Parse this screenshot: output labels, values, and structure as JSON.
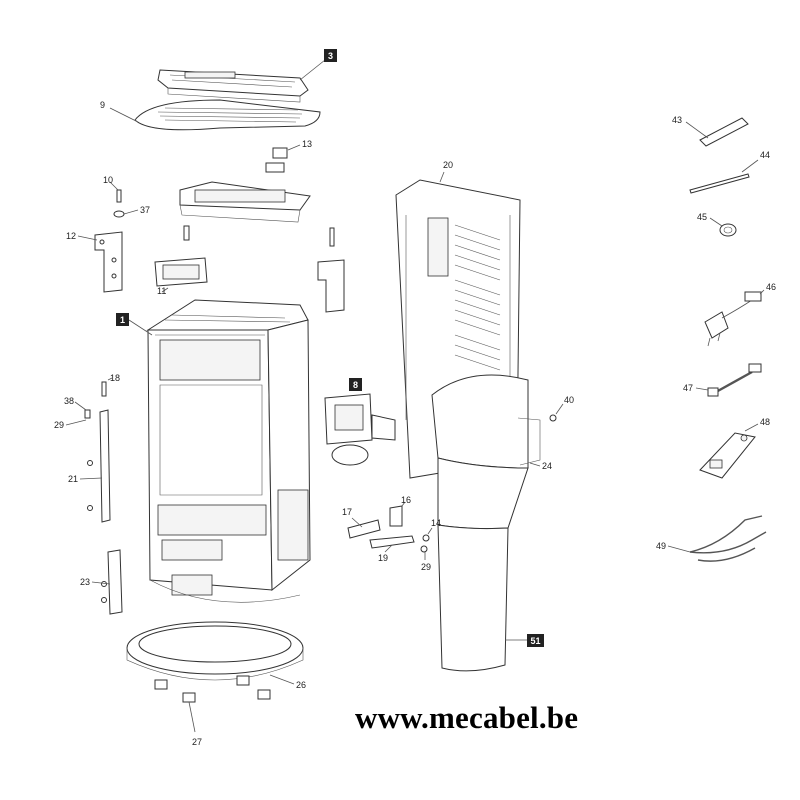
{
  "callouts": {
    "c1": "1",
    "c3": "3",
    "c8": "8",
    "c9": "9",
    "c10": "10",
    "c11": "11",
    "c12": "12",
    "c13": "13",
    "c14": "14",
    "c16": "16",
    "c17": "17",
    "c18": "18",
    "c19": "19",
    "c20": "20",
    "c21": "21",
    "c23": "23",
    "c24": "24",
    "c26": "26",
    "c27": "27",
    "c29a": "29",
    "c29b": "29",
    "c37": "37",
    "c38": "38",
    "c40": "40",
    "c43": "43",
    "c44": "44",
    "c45": "45",
    "c46": "46",
    "c47": "47",
    "c48": "48",
    "c49": "49",
    "c51": "51"
  },
  "website": "www.mecabel.be"
}
